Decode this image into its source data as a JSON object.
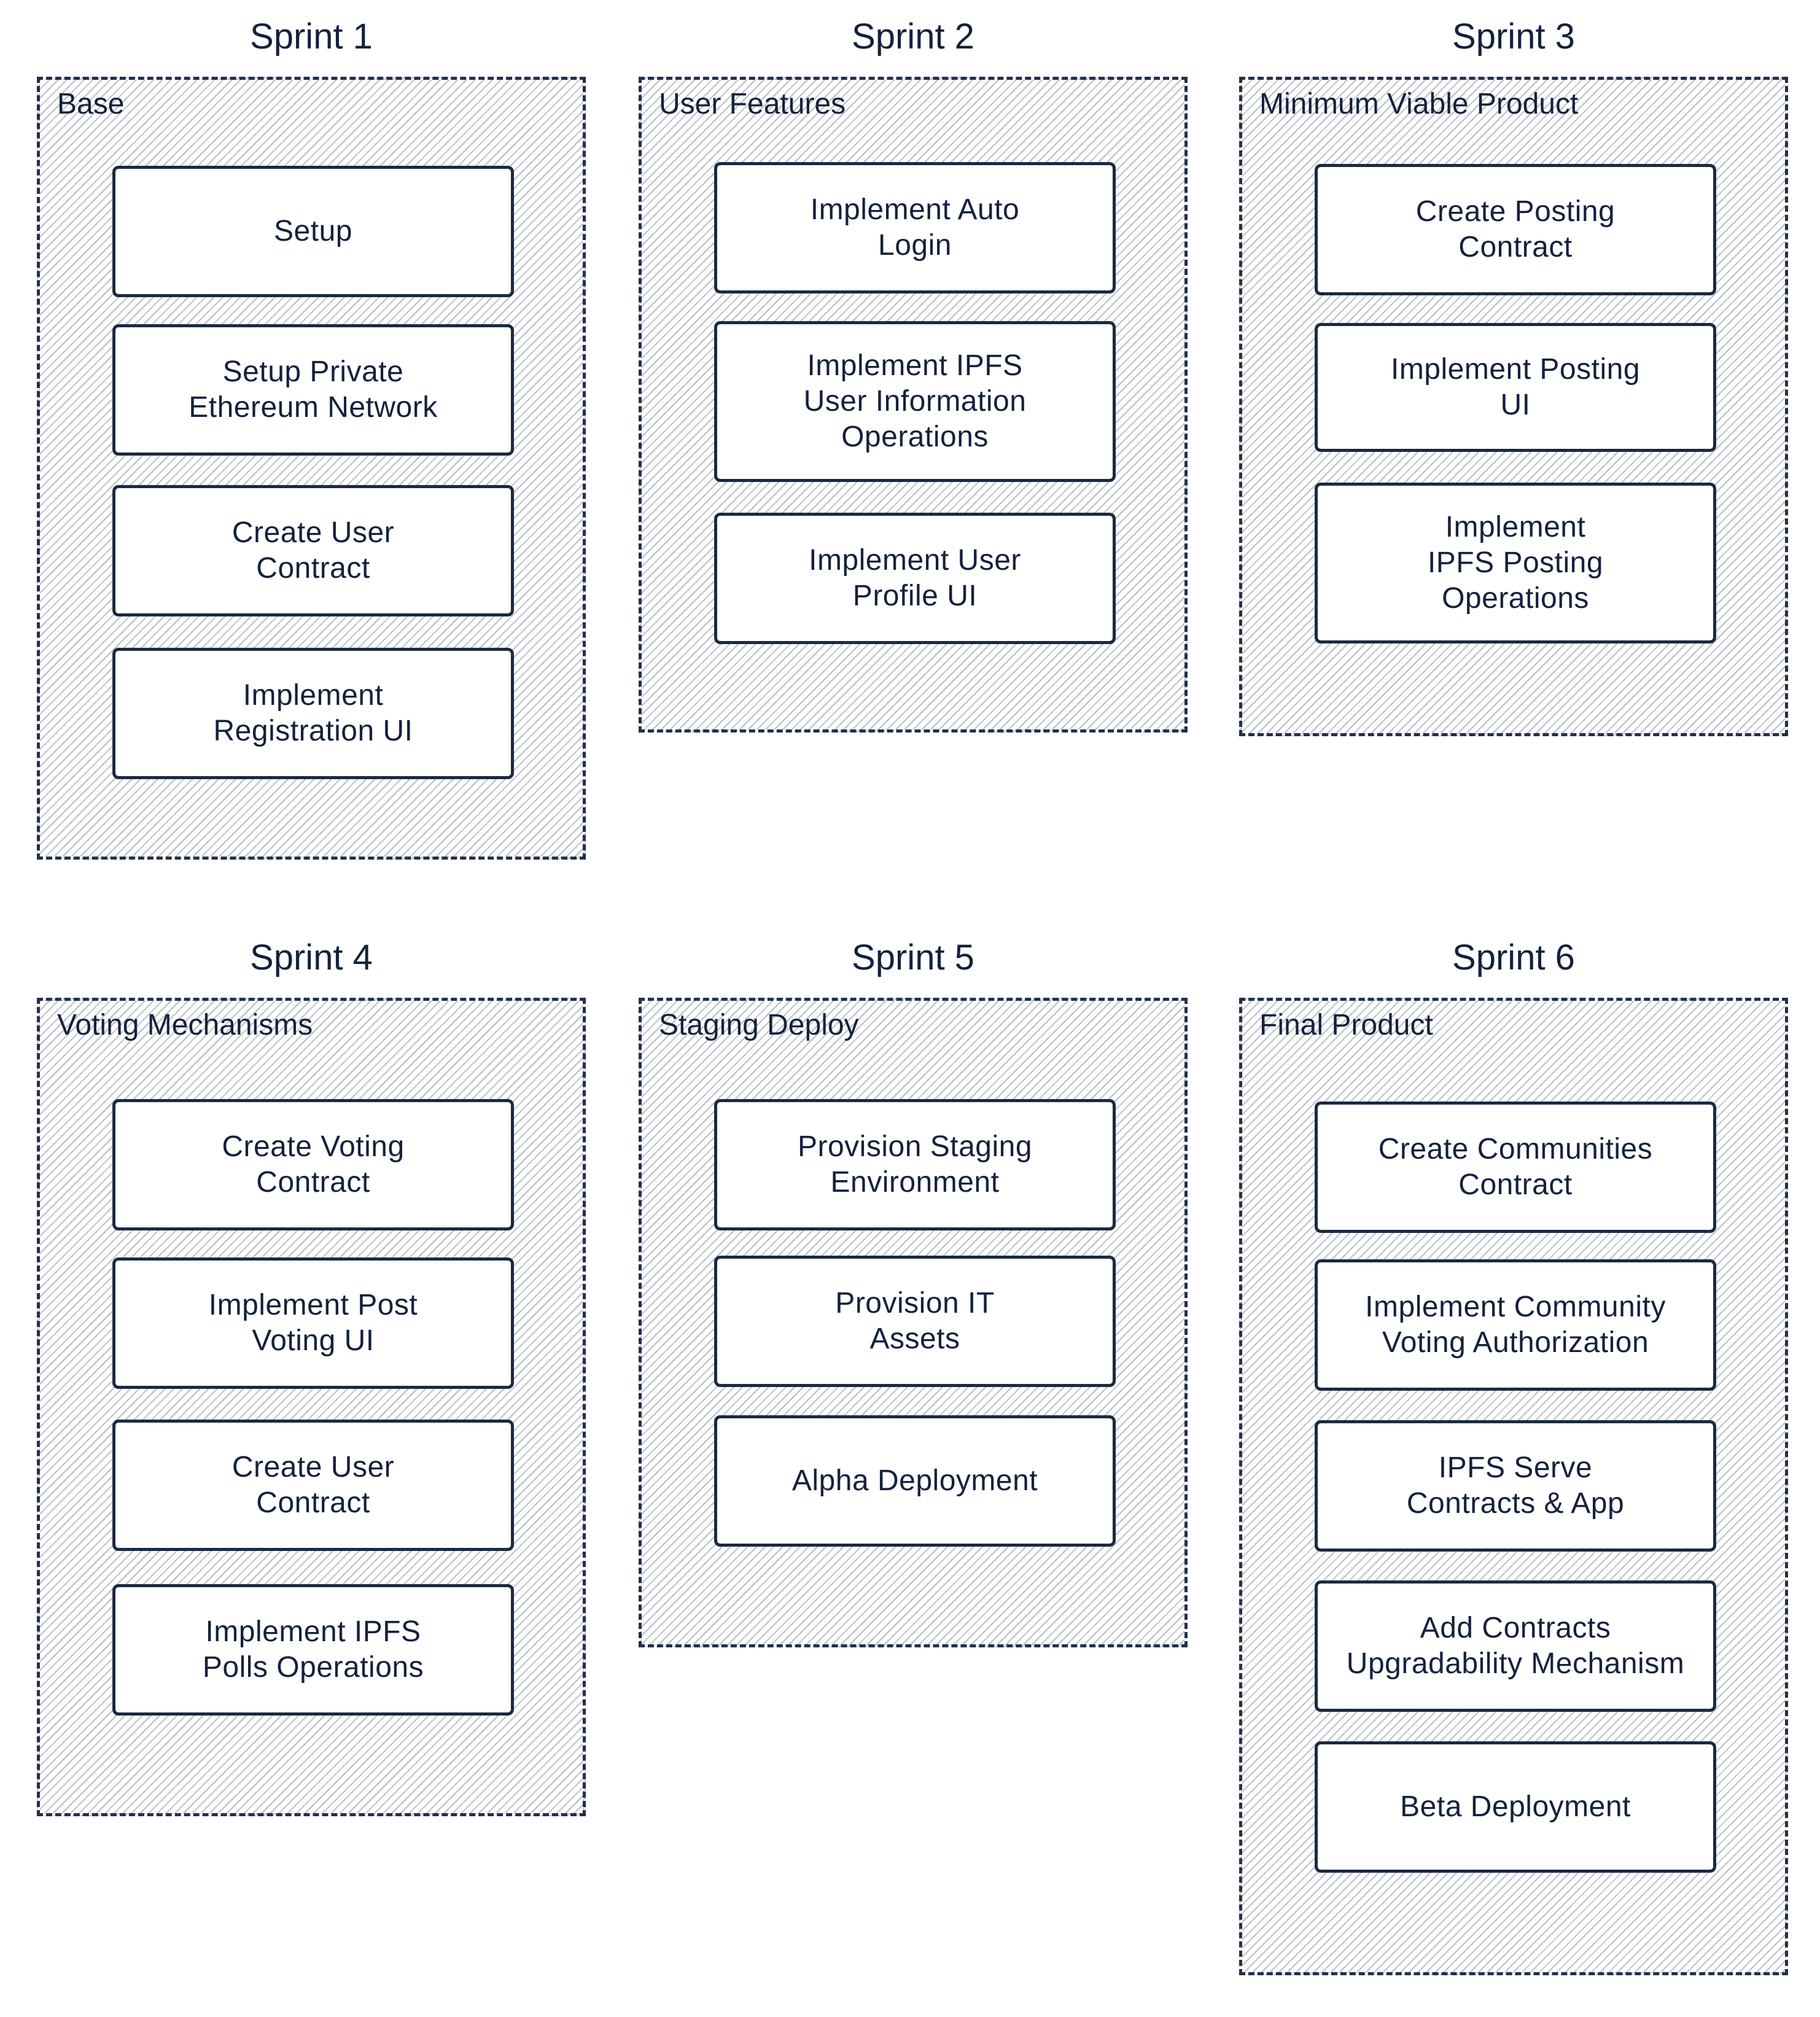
{
  "sprints": [
    {
      "title": "Sprint 1",
      "label": "Base",
      "tasks": [
        "Setup",
        "Setup Private\nEthereum Network",
        "Create User\nContract",
        "Implement\nRegistration UI"
      ]
    },
    {
      "title": "Sprint 2",
      "label": "User Features",
      "tasks": [
        "Implement Auto\nLogin",
        "Implement IPFS\nUser Information\nOperations",
        "Implement User\nProfile UI"
      ]
    },
    {
      "title": "Sprint 3",
      "label": "Minimum Viable Product",
      "tasks": [
        "Create Posting\nContract",
        "Implement Posting\nUI",
        "Implement\nIPFS Posting\nOperations"
      ]
    },
    {
      "title": "Sprint 4",
      "label": "Voting Mechanisms",
      "tasks": [
        "Create Voting\nContract",
        "Implement Post\nVoting UI",
        "Create User\nContract",
        "Implement IPFS\nPolls Operations"
      ]
    },
    {
      "title": "Sprint 5",
      "label": "Staging Deploy",
      "tasks": [
        "Provision Staging\nEnvironment",
        "Provision IT\nAssets",
        "Alpha Deployment"
      ]
    },
    {
      "title": "Sprint 6",
      "label": "Final Product",
      "tasks": [
        "Create Communities\nContract",
        "Implement Community\nVoting Authorization",
        "IPFS Serve\nContracts & App",
        "Add Contracts\nUpgradability Mechanism",
        "Beta Deployment"
      ]
    }
  ]
}
